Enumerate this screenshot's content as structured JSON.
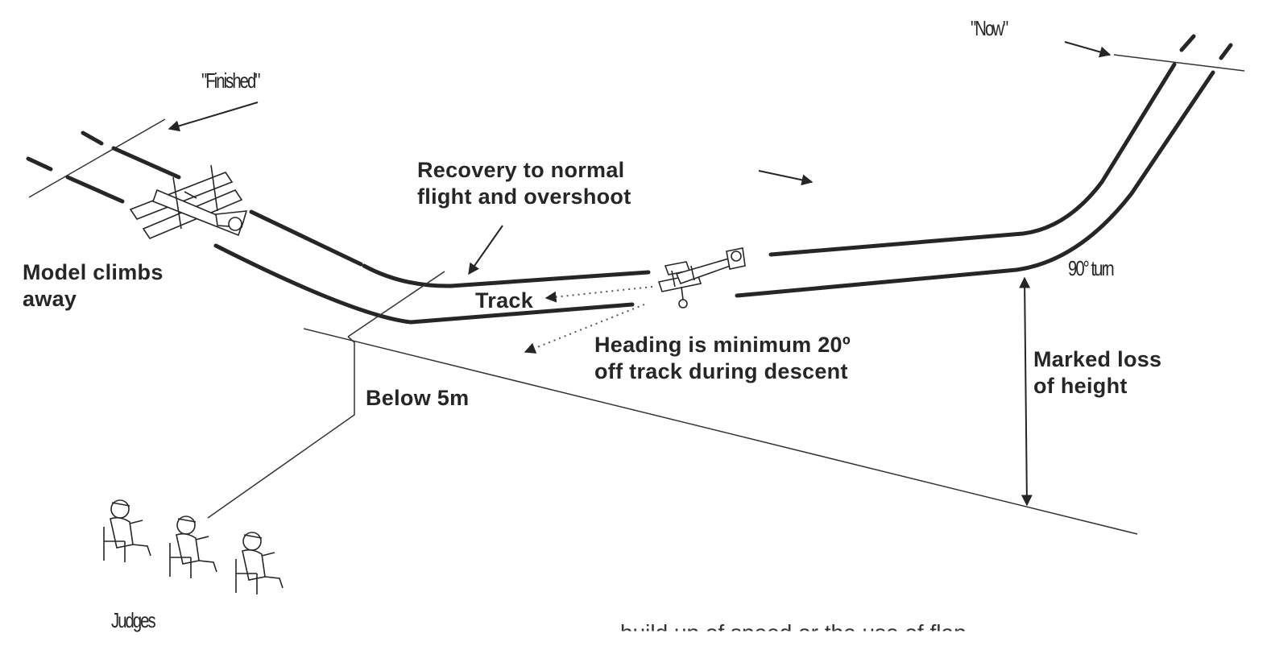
{
  "labels": {
    "now": "\"Now\"",
    "finished": "\"Finished\"",
    "recovery": "Recovery to normal\nflight and overshoot",
    "model_climbs": "Model climbs\naway",
    "track": "Track",
    "turn": "90° turn",
    "heading": "Heading is minimum 20º\noff track during descent",
    "marked_loss": "Marked loss\nof height",
    "below_5m": "Below 5m",
    "judges": "Judges",
    "caption_cut": "build up of speed or the use of flap"
  },
  "icons": [
    "biplane-climbing-icon",
    "biplane-descending-icon",
    "judge-figure-icon"
  ],
  "colors": {
    "ink": "#262626"
  }
}
